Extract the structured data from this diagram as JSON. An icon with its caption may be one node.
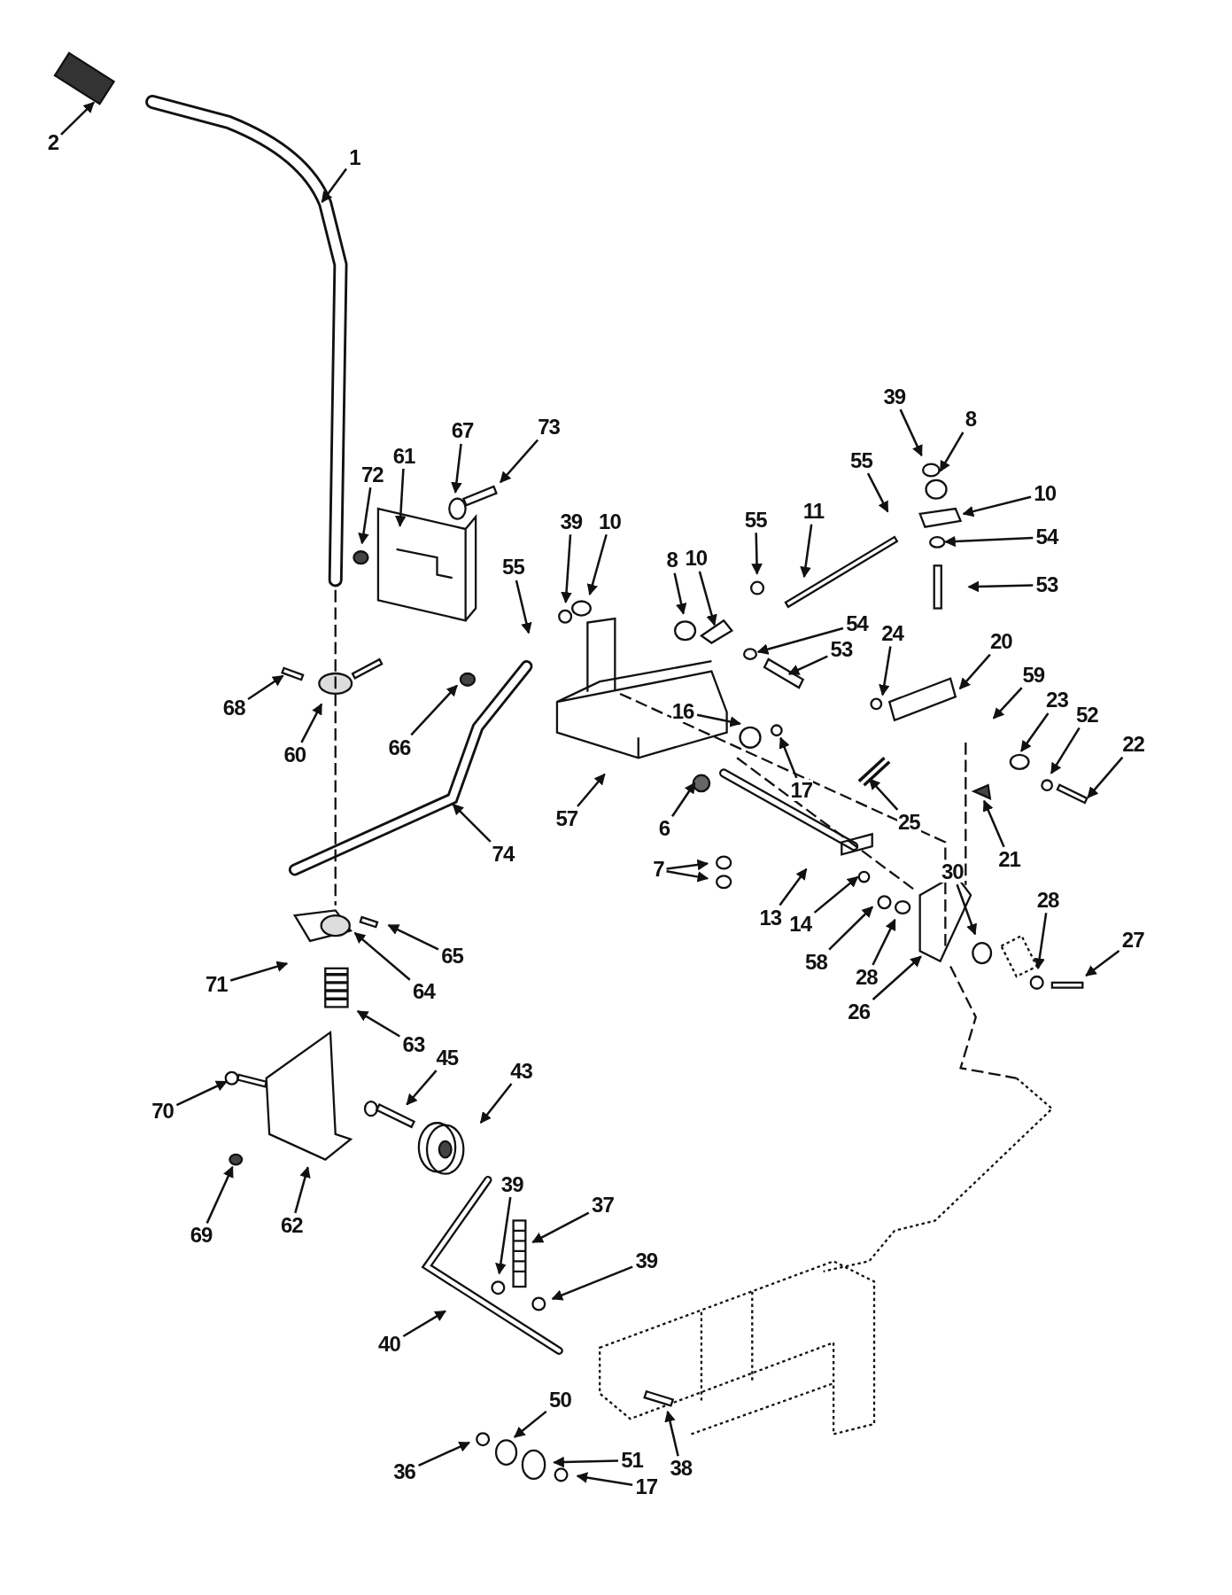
{
  "diagram": {
    "nodes": [
      {
        "text": [
          "2"
        ]
      },
      {
        "text": [
          "1"
        ]
      },
      {
        "text": [
          "39"
        ]
      },
      {
        "text": [
          "8"
        ]
      },
      {
        "text": [
          "73"
        ]
      },
      {
        "text": [
          "67"
        ]
      },
      {
        "text": [
          "55"
        ]
      },
      {
        "text": [
          "61"
        ]
      },
      {
        "text": [
          "10"
        ]
      },
      {
        "text": [
          "72"
        ]
      },
      {
        "text": [
          "11"
        ]
      },
      {
        "text": [
          "39"
        ]
      },
      {
        "text": [
          "10"
        ]
      },
      {
        "text": [
          "54"
        ]
      },
      {
        "text": [
          "55"
        ]
      },
      {
        "text": [
          "55"
        ]
      },
      {
        "text": [
          "53"
        ]
      },
      {
        "text": [
          "8"
        ]
      },
      {
        "text": [
          "10"
        ]
      },
      {
        "text": [
          "24"
        ]
      },
      {
        "text": [
          "54"
        ]
      },
      {
        "text": [
          "20"
        ]
      },
      {
        "text": [
          "53"
        ]
      },
      {
        "text": [
          "16"
        ]
      },
      {
        "text": [
          "17"
        ]
      },
      {
        "text": [
          "59"
        ]
      },
      {
        "text": [
          "23"
        ]
      },
      {
        "text": [
          "68"
        ]
      },
      {
        "text": [
          "52"
        ]
      },
      {
        "text": [
          "25"
        ]
      },
      {
        "text": [
          "22"
        ]
      },
      {
        "text": [
          "60"
        ]
      },
      {
        "text": [
          "66"
        ]
      },
      {
        "text": [
          "57"
        ]
      },
      {
        "text": [
          "6"
        ]
      },
      {
        "text": [
          "74"
        ]
      },
      {
        "text": [
          "21"
        ]
      },
      {
        "text": [
          "7"
        ]
      },
      {
        "text": [
          "30"
        ]
      },
      {
        "text": [
          "13"
        ]
      },
      {
        "text": [
          "28"
        ]
      },
      {
        "text": [
          "14"
        ]
      },
      {
        "text": [
          "27"
        ]
      },
      {
        "text": [
          "65"
        ]
      },
      {
        "text": [
          "58"
        ]
      },
      {
        "text": [
          "28"
        ]
      },
      {
        "text": [
          "71"
        ]
      },
      {
        "text": [
          "64"
        ]
      },
      {
        "text": [
          "26"
        ]
      },
      {
        "text": [
          "63"
        ]
      },
      {
        "text": [
          "45"
        ]
      },
      {
        "text": [
          "43"
        ]
      },
      {
        "text": [
          "70"
        ]
      },
      {
        "text": [
          "37"
        ]
      },
      {
        "text": [
          "39"
        ]
      },
      {
        "text": [
          "62"
        ]
      },
      {
        "text": [
          "69"
        ]
      },
      {
        "text": [
          "39"
        ]
      },
      {
        "text": [
          "40"
        ]
      },
      {
        "text": [
          "50"
        ]
      },
      {
        "text": [
          "51"
        ]
      },
      {
        "text": [
          "36"
        ]
      },
      {
        "text": [
          "38"
        ]
      },
      {
        "text": [
          "17"
        ]
      }
    ],
    "edges": [
      {
        "from": 0,
        "to": null,
        "arrow": "to"
      },
      {
        "from": 1,
        "to": null,
        "arrow": "to"
      },
      {
        "from": 2,
        "to": null,
        "arrow": "to"
      },
      {
        "from": 3,
        "to": null,
        "arrow": "to"
      },
      {
        "from": 4,
        "to": null,
        "arrow": "to"
      },
      {
        "from": 5,
        "to": null,
        "arrow": "to"
      },
      {
        "from": 6,
        "to": null,
        "arrow": "to"
      },
      {
        "from": 7,
        "to": null,
        "arrow": "to"
      },
      {
        "from": 8,
        "to": null,
        "arrow": "to"
      },
      {
        "from": 9,
        "to": null,
        "arrow": "to"
      },
      {
        "from": 10,
        "to": null,
        "arrow": "to"
      },
      {
        "from": 11,
        "to": null,
        "arrow": "to"
      },
      {
        "from": 12,
        "to": null,
        "arrow": "to"
      },
      {
        "from": 13,
        "to": null,
        "arrow": "to"
      },
      {
        "from": 14,
        "to": null,
        "arrow": "to"
      },
      {
        "from": 15,
        "to": null,
        "arrow": "to"
      },
      {
        "from": 16,
        "to": null,
        "arrow": "to"
      },
      {
        "from": 17,
        "to": null,
        "arrow": "to"
      },
      {
        "from": 18,
        "to": null,
        "arrow": "to"
      },
      {
        "from": 19,
        "to": null,
        "arrow": "to"
      },
      {
        "from": 20,
        "to": null,
        "arrow": "to"
      },
      {
        "from": 21,
        "to": null,
        "arrow": "to"
      },
      {
        "from": 22,
        "to": null,
        "arrow": "to"
      },
      {
        "from": 23,
        "to": null,
        "arrow": "to"
      },
      {
        "from": 24,
        "to": null,
        "arrow": "to"
      },
      {
        "from": 25,
        "to": null,
        "arrow": "to"
      },
      {
        "from": 26,
        "to": null,
        "arrow": "to"
      },
      {
        "from": 27,
        "to": null,
        "arrow": "to"
      },
      {
        "from": 28,
        "to": null,
        "arrow": "to"
      },
      {
        "from": 29,
        "to": null,
        "arrow": "to"
      },
      {
        "from": 30,
        "to": null,
        "arrow": "to"
      },
      {
        "from": 31,
        "to": null,
        "arrow": "to"
      },
      {
        "from": 32,
        "to": null,
        "arrow": "to"
      },
      {
        "from": 33,
        "to": null,
        "arrow": "to"
      },
      {
        "from": 34,
        "to": null,
        "arrow": "to"
      },
      {
        "from": 35,
        "to": null,
        "arrow": "to"
      },
      {
        "from": 36,
        "to": null,
        "arrow": "to"
      },
      {
        "from": 37,
        "to": null,
        "arrow": "to"
      },
      {
        "from": 37,
        "to": null,
        "arrow": "to"
      },
      {
        "from": 38,
        "to": null,
        "arrow": "to"
      },
      {
        "from": 39,
        "to": null,
        "arrow": "to"
      },
      {
        "from": 40,
        "to": null,
        "arrow": "to"
      },
      {
        "from": 41,
        "to": null,
        "arrow": "to"
      },
      {
        "from": 42,
        "to": null,
        "arrow": "to"
      },
      {
        "from": 43,
        "to": null,
        "arrow": "to"
      },
      {
        "from": 44,
        "to": null,
        "arrow": "to"
      },
      {
        "from": 45,
        "to": null,
        "arrow": "to"
      },
      {
        "from": 46,
        "to": null,
        "arrow": "to"
      },
      {
        "from": 47,
        "to": null,
        "arrow": "to"
      },
      {
        "from": 48,
        "to": null,
        "arrow": "to"
      },
      {
        "from": 49,
        "to": null,
        "arrow": "to"
      },
      {
        "from": 50,
        "to": null,
        "arrow": "to"
      },
      {
        "from": 51,
        "to": null,
        "arrow": "to"
      },
      {
        "from": 52,
        "to": null,
        "arrow": "to"
      },
      {
        "from": 53,
        "to": null,
        "arrow": "to"
      },
      {
        "from": 54,
        "to": null,
        "arrow": "to"
      },
      {
        "from": 55,
        "to": null,
        "arrow": "to"
      },
      {
        "from": 56,
        "to": null,
        "arrow": "to"
      },
      {
        "from": 57,
        "to": null,
        "arrow": "to"
      },
      {
        "from": 58,
        "to": null,
        "arrow": "to"
      },
      {
        "from": 59,
        "to": null,
        "arrow": "to"
      },
      {
        "from": 60,
        "to": null,
        "arrow": "to"
      },
      {
        "from": 61,
        "to": null,
        "arrow": "to"
      },
      {
        "from": 62,
        "to": null,
        "arrow": "to"
      },
      {
        "from": 63,
        "to": null,
        "arrow": "to"
      }
    ]
  }
}
